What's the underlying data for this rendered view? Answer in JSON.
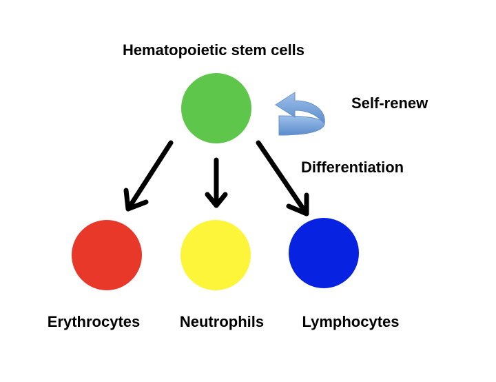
{
  "title": "Hematopoietic stem cells",
  "processes": {
    "self_renew": "Self-renew",
    "differentiation": "Differentiation"
  },
  "cells": {
    "stem": {
      "color": "#5ec64a"
    },
    "erythrocytes": {
      "label": "Erythrocytes",
      "color": "#e8382a"
    },
    "neutrophils": {
      "label": "Neutrophils",
      "color": "#fdf53a"
    },
    "lymphocytes": {
      "label": "Lymphocytes",
      "color": "#0722e0"
    }
  },
  "colors": {
    "arrow": "#000000",
    "self_renew_arrow": "#7aa6dd"
  }
}
